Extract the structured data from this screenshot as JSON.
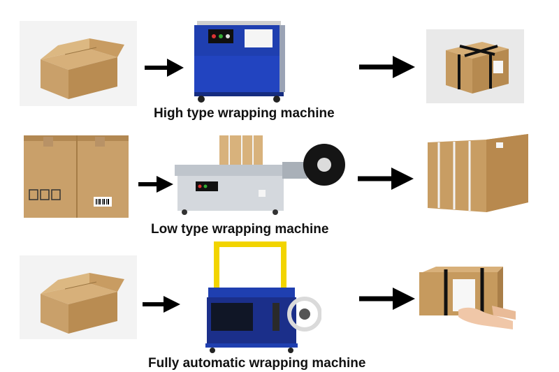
{
  "rows": [
    {
      "caption": "High type wrapping machine",
      "input_box": "closed-cardboard-box",
      "machine": "high-type-strapping-machine",
      "output": "box-strapped-with-cross-straps"
    },
    {
      "caption": "Low type wrapping machine",
      "input_box": "large-cardboard-box-with-barcode",
      "machine": "low-type-strapping-machine",
      "output": "box-strapped-with-parallel-straps"
    },
    {
      "caption": "Fully automatic wrapping machine",
      "input_box": "closed-cardboard-box",
      "machine": "fully-automatic-arch-strapping-machine",
      "output": "strapped-box-held-in-hands"
    }
  ],
  "colors": {
    "cardboard": "#c9a06a",
    "cardboard_dark": "#a97e48",
    "machine_blue": "#1f3fb0",
    "machine_grey": "#cfd3d8",
    "arch_yellow": "#f2d400",
    "strap": "#1a1a1a",
    "arrow": "#000000"
  }
}
